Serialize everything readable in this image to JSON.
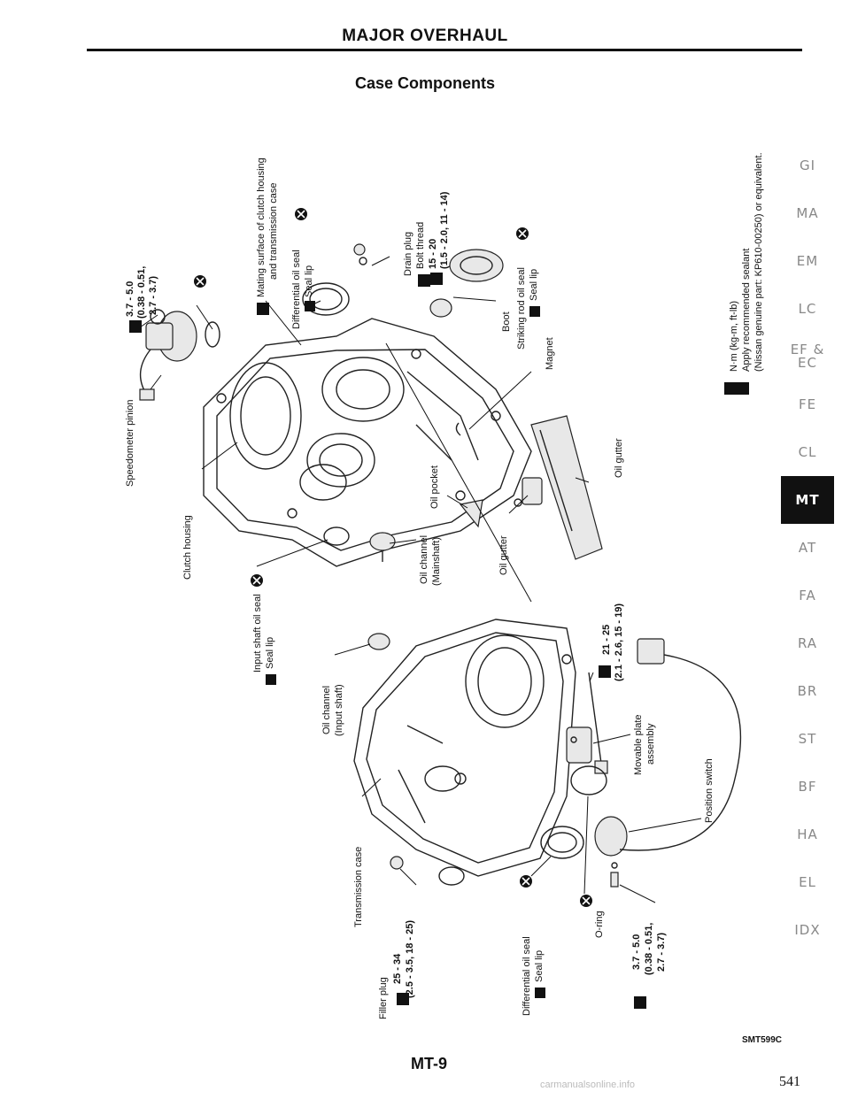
{
  "header": {
    "title": "MAJOR OVERHAUL",
    "subtitle": "Case Components"
  },
  "labels": {
    "speedometer_pinion": "Speedometer pinion",
    "clutch_housing": "Clutch housing",
    "torque_speedo": "3.7 - 5.0",
    "torque_speedo_2": "(0.38 - 0.51,",
    "torque_speedo_3": "2.7 - 3.7)",
    "mating_surface": "Mating surface of clutch housing",
    "mating_surface_2": "and transmission case",
    "diff_seal_top": "Differential oil seal",
    "seal_lip": "Seal lip",
    "drain_plug": "Drain plug",
    "bolt_thread": "Bolt thread",
    "torque_drain": "15 - 20",
    "torque_drain_2": "(1.5 - 2.0, 11 - 14)",
    "striking_seal": "Striking rod oil seal",
    "boot": "Boot",
    "magnet": "Magnet",
    "oil_gutter_right": "Oil gutter",
    "oil_gutter_mid": "Oil gutter",
    "oil_pocket": "Oil pocket",
    "oil_channel_main": "Oil channel",
    "mainshaft": "(Mainshaft)",
    "input_seal": "Input shaft oil seal",
    "oil_channel_input": "Oil channel",
    "input_shaft": "(Input shaft)",
    "torque_case": "21 - 25",
    "torque_case_2": "(2.1 - 2.6, 15 - 19)",
    "movable_plate": "Movable plate",
    "assembly": "assembly",
    "position_switch": "Position switch",
    "transmission_case": "Transmission case",
    "filler_plug": "Filler plug",
    "torque_filler": "25 - 34",
    "torque_filler_2": "(2.5 - 3.5, 18 - 25)",
    "diff_seal_bottom": "Differential oil seal",
    "o_ring": "O-ring",
    "torque_switch": "3.7 - 5.0",
    "torque_switch_2": "(0.38 - 0.51,",
    "torque_switch_3": "2.7 - 3.7)",
    "legend_units": "N·m (kg-m, ft-lb)",
    "legend_sealant": "Apply recommended sealant",
    "legend_sealant_2": "(Nissan genuine part: KP610-00250) or equivalent."
  },
  "tabs": [
    "GI",
    "MA",
    "EM",
    "LC",
    "EF & EC",
    "FE",
    "CL",
    "MT",
    "AT",
    "FA",
    "RA",
    "BR",
    "ST",
    "BF",
    "HA",
    "EL",
    "IDX"
  ],
  "active_tab": "MT",
  "figure_code": "SMT599C",
  "page_label": "MT-9",
  "page_number": "541",
  "watermark": "carmanualsonline.info"
}
